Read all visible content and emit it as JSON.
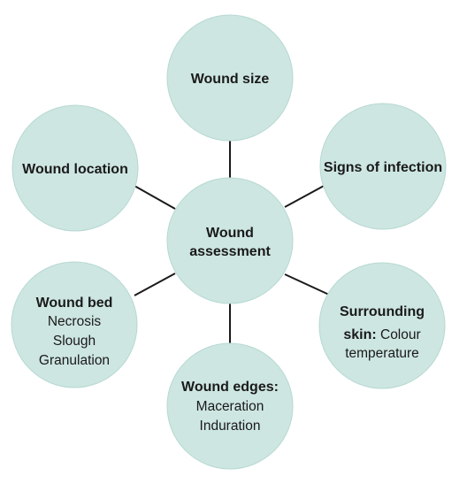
{
  "center": {
    "line1": "Wound",
    "line2": "assessment"
  },
  "wound_size": {
    "label": "Wound size"
  },
  "signs_of_infection": {
    "label": "Signs of infection"
  },
  "surrounding_skin": {
    "line1": "Surrounding",
    "line2_bold": "skin:",
    "line2_rest": " Colour",
    "line3": "temperature"
  },
  "wound_edges": {
    "title": "Wound edges:",
    "items": [
      "Maceration",
      "Induration"
    ]
  },
  "wound_bed": {
    "title": "Wound bed",
    "items": [
      "Necrosis",
      "Slough",
      "Granulation"
    ]
  },
  "wound_location": {
    "label": "Wound location"
  },
  "colors": {
    "circle_fill": "#cde6e1",
    "line": "#1a1a1a",
    "text": "#1a1a1a"
  }
}
